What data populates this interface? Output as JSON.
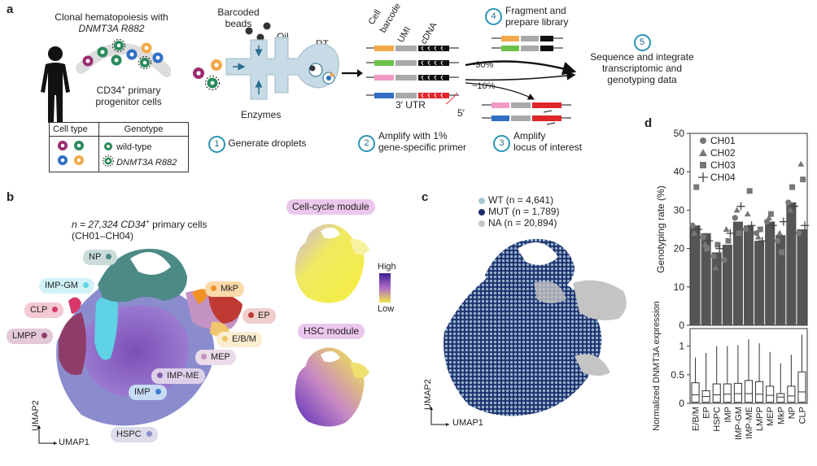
{
  "panel_a": {
    "letter": "a",
    "ch_title_1": "Clonal hematopoiesis with",
    "ch_title_2": "DNMT3A R882",
    "cd34_1": "CD34",
    "cd34_sup": "+",
    "cd34_2": " primary",
    "cd34_3": "progenitor cells",
    "table_header_1": "Cell type",
    "table_header_2": "Genotype",
    "genotype_wt": "wild-type",
    "genotype_mut": "DNMT3A R882",
    "barcoded_beads_1": "Barcoded",
    "barcoded_beads_2": "beads",
    "oil": "Oil",
    "rt": "RT",
    "enzymes": "Enzymes",
    "cell_barcode_1": "Cell",
    "cell_barcode_2": "barcode",
    "umi": "UMI",
    "cdna": "cDNA",
    "utr": "3′ UTR",
    "five_prime": "5′",
    "pct_90": "~90%",
    "pct_10": "~10%",
    "step1_num": "1",
    "step1_label": "Generate droplets",
    "step2_num": "2",
    "step2_label_1": "Amplify with 1%",
    "step2_label_2": "gene-specific primer",
    "step3_num": "3",
    "step3_label_1": "Amplify",
    "step3_label_2": "locus of interest",
    "step4_num": "4",
    "step4_label_1": "Fragment and",
    "step4_label_2": "prepare library",
    "step5_num": "5",
    "step5_label_1": "Sequence and integrate",
    "step5_label_2": "transcriptomic and",
    "step5_label_3": "genotyping data"
  },
  "panel_b": {
    "letter": "b",
    "n_label_1": "n = 27,324 CD34",
    "n_label_sup": "+",
    "n_label_2": " primary cells",
    "n_label_3": "(CH01–CH04)",
    "umap1": "UMAP1",
    "umap2": "UMAP2",
    "cell_types": [
      {
        "label": "NP",
        "bg": "#c9dcd9",
        "dot": "#4c8a86"
      },
      {
        "label": "IMP-GM",
        "bg": "#d2f2f8",
        "dot": "#5fd2e6"
      },
      {
        "label": "CLP",
        "bg": "#f4c9d3",
        "dot": "#d8396a"
      },
      {
        "label": "LMPP",
        "bg": "#e4c9d8",
        "dot": "#8f3d68"
      },
      {
        "label": "MkP",
        "bg": "#fbd9a8",
        "dot": "#f19225"
      },
      {
        "label": "EP",
        "bg": "#f0cfcb",
        "dot": "#bf3a33"
      },
      {
        "label": "E/B/M",
        "bg": "#fbeed0",
        "dot": "#f0c56b"
      },
      {
        "label": "MEP",
        "bg": "#ecdbe8",
        "dot": "#c393c3"
      },
      {
        "label": "IMP-ME",
        "bg": "#ddd0e8",
        "dot": "#8660b0"
      },
      {
        "label": "IMP",
        "bg": "#c7dcf4",
        "dot": "#3f7fd0"
      },
      {
        "label": "HSPC",
        "bg": "#dcdcea",
        "dot": "#8a8ccd"
      }
    ],
    "module_cell_cycle": "Cell-cycle module",
    "module_hsc": "HSC module",
    "scale_high": "High",
    "scale_low": "Low"
  },
  "panel_c": {
    "letter": "c",
    "legend": [
      {
        "label": "WT (n = 4,641)",
        "color": "#a9c7d6"
      },
      {
        "label": "MUT (n = 1,789)",
        "color": "#1f2f6e"
      },
      {
        "label": "NA (n = 20,894)",
        "color": "#c4c4c4"
      }
    ],
    "umap1": "UMAP1",
    "umap2": "UMAP2"
  },
  "panel_d": {
    "letter": "d"
  },
  "chart_data": {
    "type": "bar",
    "categories": [
      "E/B/M",
      "EP",
      "HSPC",
      "IMP",
      "IMP-GM",
      "IMP-ME",
      "LMPP",
      "MEP",
      "MkP",
      "NP",
      "CLP"
    ],
    "values": [
      26,
      24,
      19,
      21,
      27,
      26,
      22,
      27,
      23.5,
      32,
      25
    ],
    "ylabel": "Genotyping rate (%)",
    "ylim": [
      0,
      50
    ],
    "yticks": [
      0,
      10,
      20,
      30,
      40,
      50
    ],
    "bar_color": "#555555",
    "series": [
      {
        "name": "CH01",
        "marker": "circle",
        "values": [
          26,
          23,
          18,
          17,
          28,
          25,
          24,
          27,
          22,
          32,
          24
        ]
      },
      {
        "name": "CH02",
        "marker": "triangle",
        "values": [
          24,
          21,
          15,
          25,
          30,
          29,
          23,
          28,
          24,
          30,
          42
        ]
      },
      {
        "name": "CH03",
        "marker": "square",
        "values": [
          36,
          20,
          21,
          22,
          24,
          35,
          25,
          29,
          19,
          36,
          38
        ]
      },
      {
        "name": "CH04",
        "marker": "plus",
        "values": [
          25,
          22,
          20,
          24,
          31,
          26,
          22,
          26,
          27,
          31,
          26
        ]
      }
    ],
    "lower_panel": {
      "type": "box",
      "ylabel": "Normalized DNMT3A expression",
      "ylim": [
        0,
        1.25
      ],
      "yticks": [
        0,
        0.5,
        1
      ],
      "boxes": [
        {
          "q1": 0.02,
          "median": 0.15,
          "q3": 0.36,
          "whisker_high": 0.8
        },
        {
          "q1": 0.02,
          "median": 0.12,
          "q3": 0.22,
          "whisker_high": 0.88
        },
        {
          "q1": 0.02,
          "median": 0.15,
          "q3": 0.34,
          "whisker_high": 1.0
        },
        {
          "q1": 0.02,
          "median": 0.16,
          "q3": 0.34,
          "whisker_high": 1.0
        },
        {
          "q1": 0.02,
          "median": 0.17,
          "q3": 0.35,
          "whisker_high": 1.02
        },
        {
          "q1": 0.02,
          "median": 0.17,
          "q3": 0.4,
          "whisker_high": 1.12
        },
        {
          "q1": 0.02,
          "median": 0.16,
          "q3": 0.38,
          "whisker_high": 1.05
        },
        {
          "q1": 0.02,
          "median": 0.14,
          "q3": 0.3,
          "whisker_high": 0.9
        },
        {
          "q1": 0.02,
          "median": 0.11,
          "q3": 0.17,
          "whisker_high": 0.7
        },
        {
          "q1": 0.02,
          "median": 0.13,
          "q3": 0.3,
          "whisker_high": 0.85
        },
        {
          "q1": 0.02,
          "median": 0.2,
          "q3": 0.55,
          "whisker_high": 1.2
        }
      ]
    }
  }
}
